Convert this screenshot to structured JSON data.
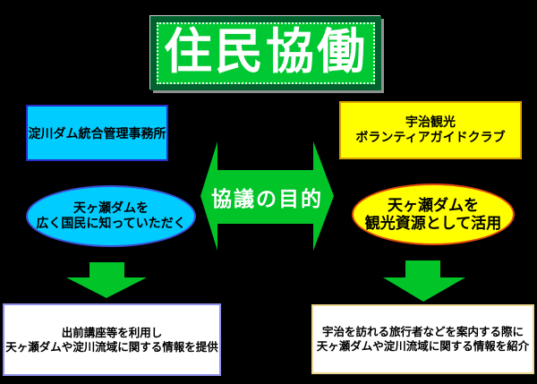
{
  "title": {
    "text": "住民協働"
  },
  "center": {
    "purpose_label": "協議の目的"
  },
  "left_branch": {
    "org_box": "淀川ダム統合管理事務所",
    "goal_line1": "天ヶ瀬ダムを",
    "goal_line2": "広く国民に知っていただく",
    "action_line1": "出前講座等を利用し",
    "action_line2": "天ヶ瀬ダムや淀川流域に関する情報を提供"
  },
  "right_branch": {
    "org_line1": "宇治観光",
    "org_line2": "ボランティアガイドクラブ",
    "goal_line1": "天ヶ瀬ダムを",
    "goal_line2": "観光資源として活用",
    "action_line1": "宇治を訪れる旅行者などを案内する際に",
    "action_line2": "天ヶ瀬ダムや淀川流域に関する情報を紹介"
  },
  "icons": {
    "center_arrow": "left-right-double-arrow",
    "left_flow_arrow": "down-arrow",
    "right_flow_arrow": "down-arrow"
  },
  "colors": {
    "background": "#000000",
    "arrow_green": "#00C428",
    "title_fill": "#00C832",
    "title_frame": "#00632F",
    "cyan_fill": "#00CCFF",
    "blue_box_border": "#2B2BC8",
    "blue_ellipse_border": "#3C50D8",
    "yellow_fill": "#FFFF00",
    "yellow_box_border": "#D9A300",
    "orange_ellipse_border": "#E04A10",
    "action_left_border": "#9191EC",
    "action_right_border": "#EDD98E",
    "title_text": "#FFFFFF",
    "body_text": "#000000"
  }
}
